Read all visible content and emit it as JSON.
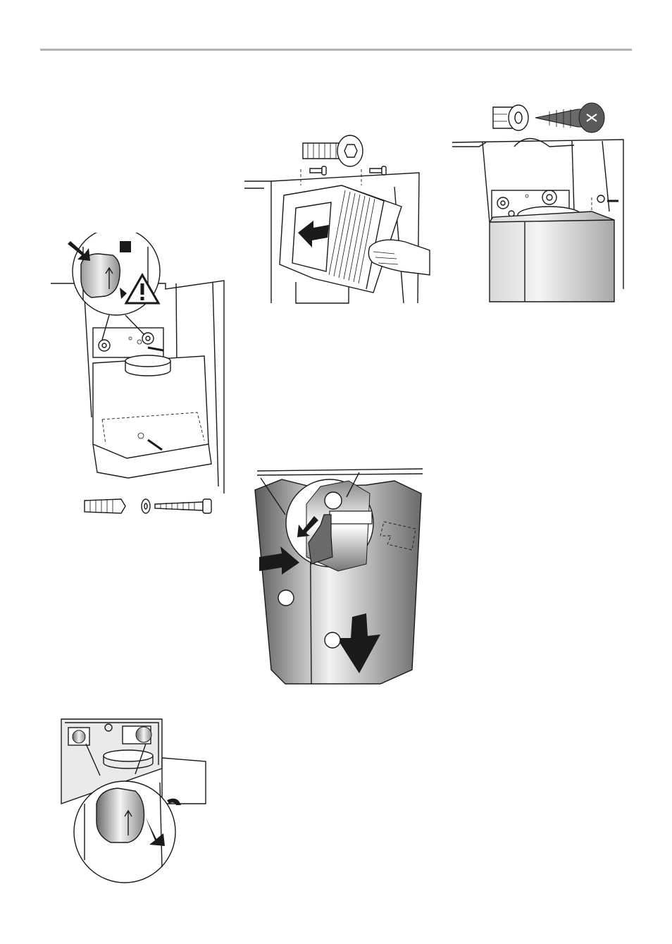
{
  "page": {
    "background": "#ffffff",
    "rule_color": "#b3b3b3",
    "ink_color": "#1a1a1a",
    "metal_dark": "#5a5a5a",
    "metal_light": "#f2f2f2"
  },
  "figures": [
    {
      "id": "fig-bracket-mount",
      "description_icon": "wall-bracket-mount-icon"
    },
    {
      "id": "fig-filter-insert",
      "description_icon": "filter-insert-icon"
    },
    {
      "id": "fig-duct-screws",
      "description_icon": "duct-screw-icon"
    },
    {
      "id": "fig-chimney-hang",
      "description_icon": "chimney-hang-icon",
      "callouts": [
        "",
        "",
        ""
      ]
    },
    {
      "id": "fig-bracket-release",
      "description_icon": "bracket-release-icon"
    }
  ]
}
